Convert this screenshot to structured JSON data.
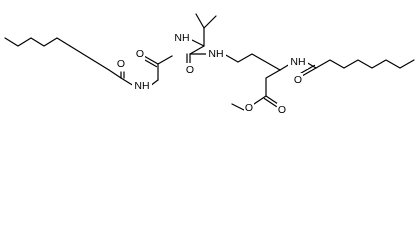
{
  "molecule": {
    "atom_labels": {
      "o_glycine_amide": "O",
      "nh_decanoyl_left": "NH",
      "nh_valine": "NH",
      "o_glycine_carbonyl": "O",
      "o_valine_carbonyl": "O",
      "nh_lysine_epsilon": "NH",
      "nh_decanoyl_right": "NH",
      "o_decanoyl_right": "O",
      "o_ester_methoxy": "O",
      "o_ester_carbonyl": "O"
    }
  }
}
